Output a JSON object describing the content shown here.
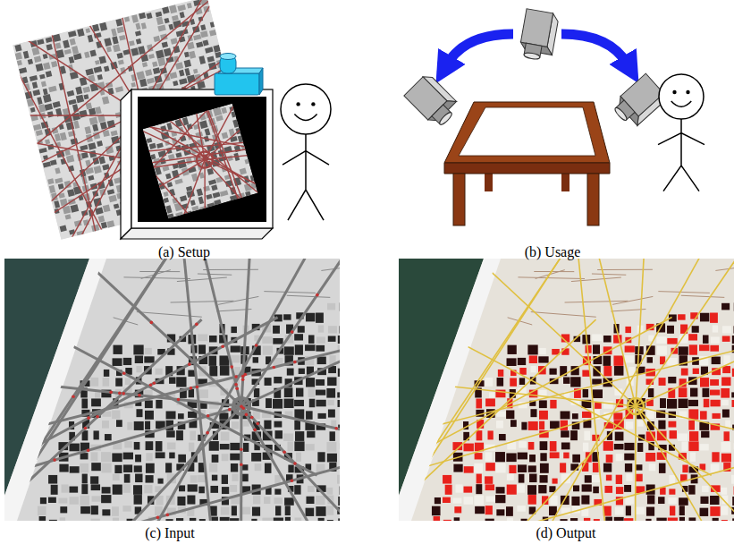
{
  "diagram": {
    "labels": [
      "(a) Setup",
      "(b) Usage",
      "(c) Input",
      "(d) Output"
    ]
  }
}
